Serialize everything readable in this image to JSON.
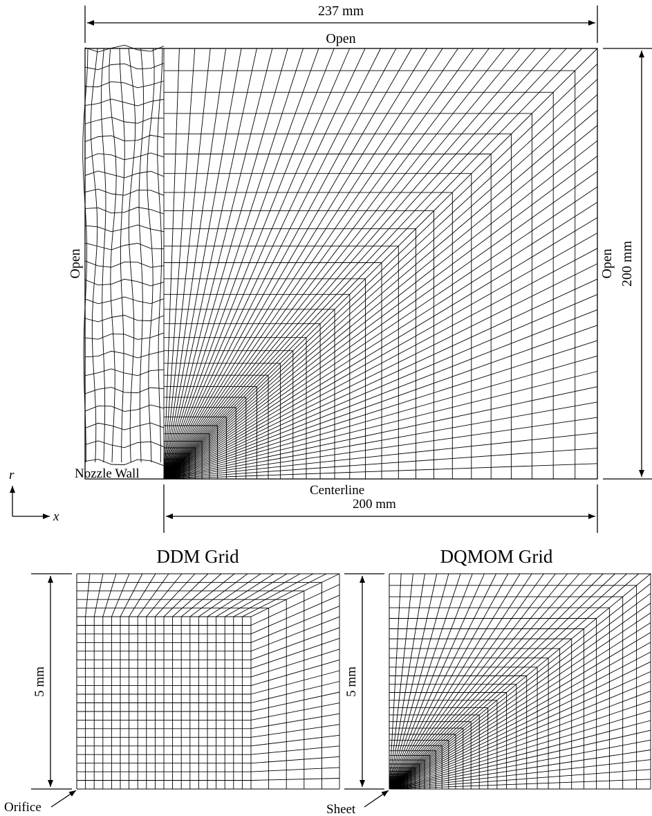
{
  "main_domain": {
    "width_label": "237 mm",
    "top_label": "Open",
    "left_label": "Open",
    "right_label": "Open",
    "height_label": "200 mm",
    "nozzle_label": "Nozzle Wall",
    "centerline_label": "Centerline",
    "length_label": "200 mm"
  },
  "axes": {
    "r": "r",
    "x": "x"
  },
  "ddm_panel": {
    "title": "DDM Grid",
    "height_label": "5 mm",
    "pointer_label": "Orifice"
  },
  "dqmom_panel": {
    "title": "DQMOM Grid",
    "height_label": "5 mm",
    "pointer_label": "Sheet"
  }
}
